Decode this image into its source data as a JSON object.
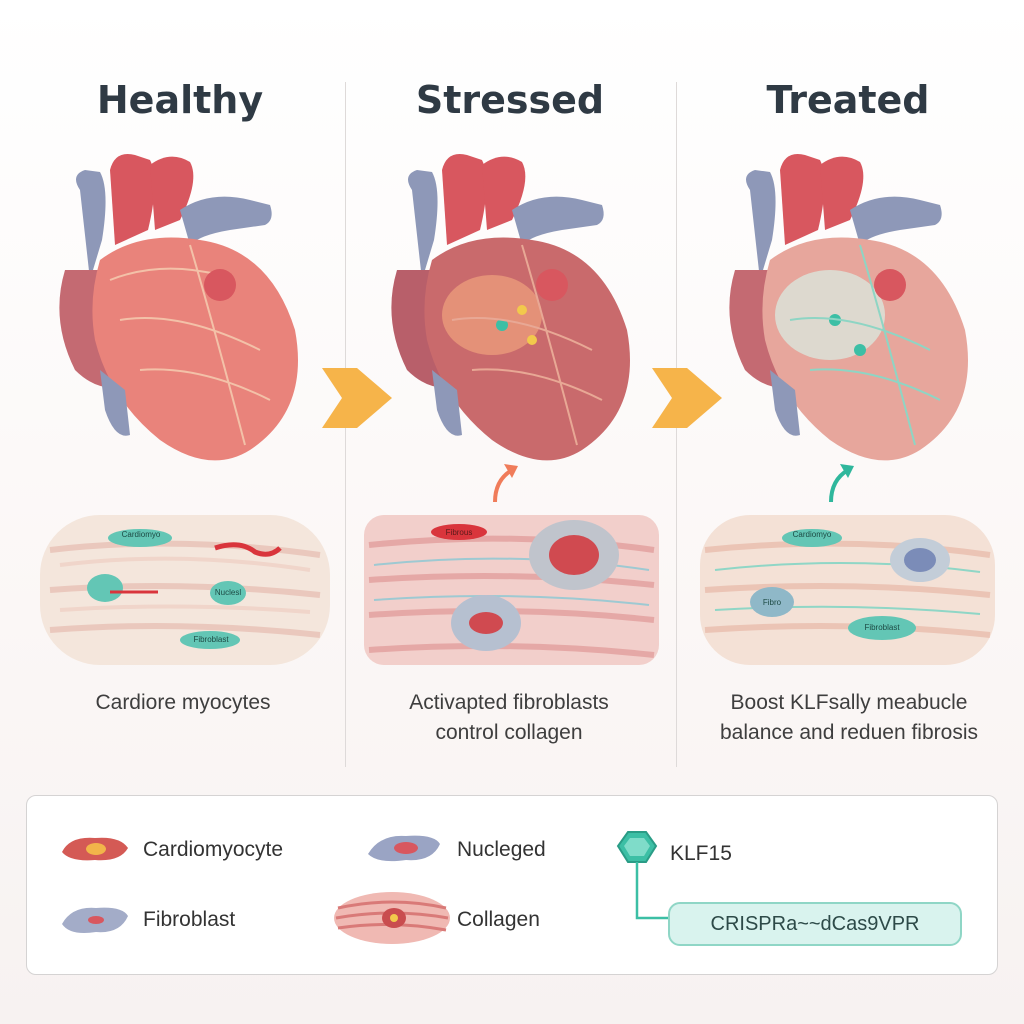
{
  "panels": [
    {
      "title": "Healthy",
      "caption": [
        "Cardiore myocytes"
      ]
    },
    {
      "title": "Stressed",
      "caption": [
        "Activapted fibroblasts",
        "control collagen"
      ]
    },
    {
      "title": "Treated",
      "caption": [
        "Boost KLFsally meabucle",
        "balance and reduen fibrosis"
      ]
    }
  ],
  "tissue_labels": {
    "healthy": [
      "Cardiomyo",
      "Nuclesl",
      "Fibroblast"
    ],
    "stressed": [
      "Fibrous"
    ],
    "treated": [
      "Cardiomyo",
      "Fibro",
      "Fibroblast"
    ]
  },
  "legend": {
    "cardiomyocyte": "Cardiomyocyte",
    "nucleged": "Nucleged",
    "klf15": "KLF15",
    "fibroblast": "Fibroblast",
    "collagen": "Collagen",
    "crispr": "CRISPRa~~dCas9VPR"
  },
  "colors": {
    "heart_healthy": "#e9837b",
    "heart_stressed": "#c96a6c",
    "heart_treated": "#e7a69c",
    "aorta": "#d8575f",
    "vein": "#8e98b8",
    "arrow_orange": "#f6b44a",
    "teal": "#3cbfa5",
    "nucleus": "#5fc2b1"
  }
}
